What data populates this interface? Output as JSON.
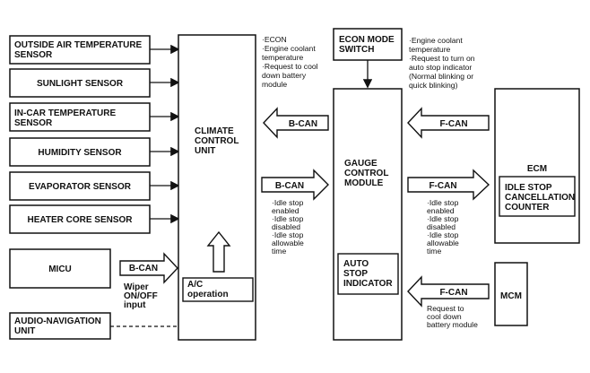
{
  "sensors": {
    "outside_air": [
      "OUTSIDE AIR TEMPERATURE",
      "SENSOR"
    ],
    "sunlight": "SUNLIGHT SENSOR",
    "in_car": [
      "IN-CAR TEMPERATURE",
      "SENSOR"
    ],
    "humidity": "HUMIDITY SENSOR",
    "evaporator": "EVAPORATOR SENSOR",
    "heater_core": "HEATER CORE SENSOR"
  },
  "micu": "MICU",
  "audio_nav": [
    "AUDIO-NAVIGATION",
    "UNIT"
  ],
  "climate": [
    "CLIMATE",
    "CONTROL",
    "UNIT"
  ],
  "ac_op": [
    "A/C",
    "operation"
  ],
  "econ_switch": [
    "ECON MODE",
    "SWITCH"
  ],
  "gauge": [
    "GAUGE",
    "CONTROL",
    "MODULE"
  ],
  "auto_stop": [
    "AUTO",
    "STOP",
    "INDICATOR"
  ],
  "ecm": "ECM",
  "idle_counter": [
    "IDLE STOP",
    "CANCELLATION",
    "COUNTER"
  ],
  "mcm": "MCM",
  "bus": {
    "b_can": "B-CAN",
    "f_can": "F-CAN"
  },
  "notes": {
    "climate_to_gauge_info": [
      "·ECON",
      "·Engine coolant",
      "temperature",
      "·Request to cool",
      "down battery",
      "module"
    ],
    "econ_to_gauge_info": [
      "·Engine coolant",
      "temperature",
      "·Request to turn on",
      "auto stop indicator",
      "(Normal blinking or",
      "quick blinking)"
    ],
    "gauge_bcan_info": [
      "·Idle stop",
      "enabled",
      "·Idle stop",
      "disabled",
      "·Idle stop",
      "allowable",
      "time"
    ],
    "ecm_fcan_info": [
      "·Idle stop",
      "enabled",
      "·Idle stop",
      "disabled",
      "·Idle stop",
      "allowable",
      "time"
    ],
    "wiper": [
      "Wiper",
      "ON/OFF",
      "input"
    ],
    "mcm_request": [
      "Request to",
      "cool down",
      "battery module"
    ]
  }
}
